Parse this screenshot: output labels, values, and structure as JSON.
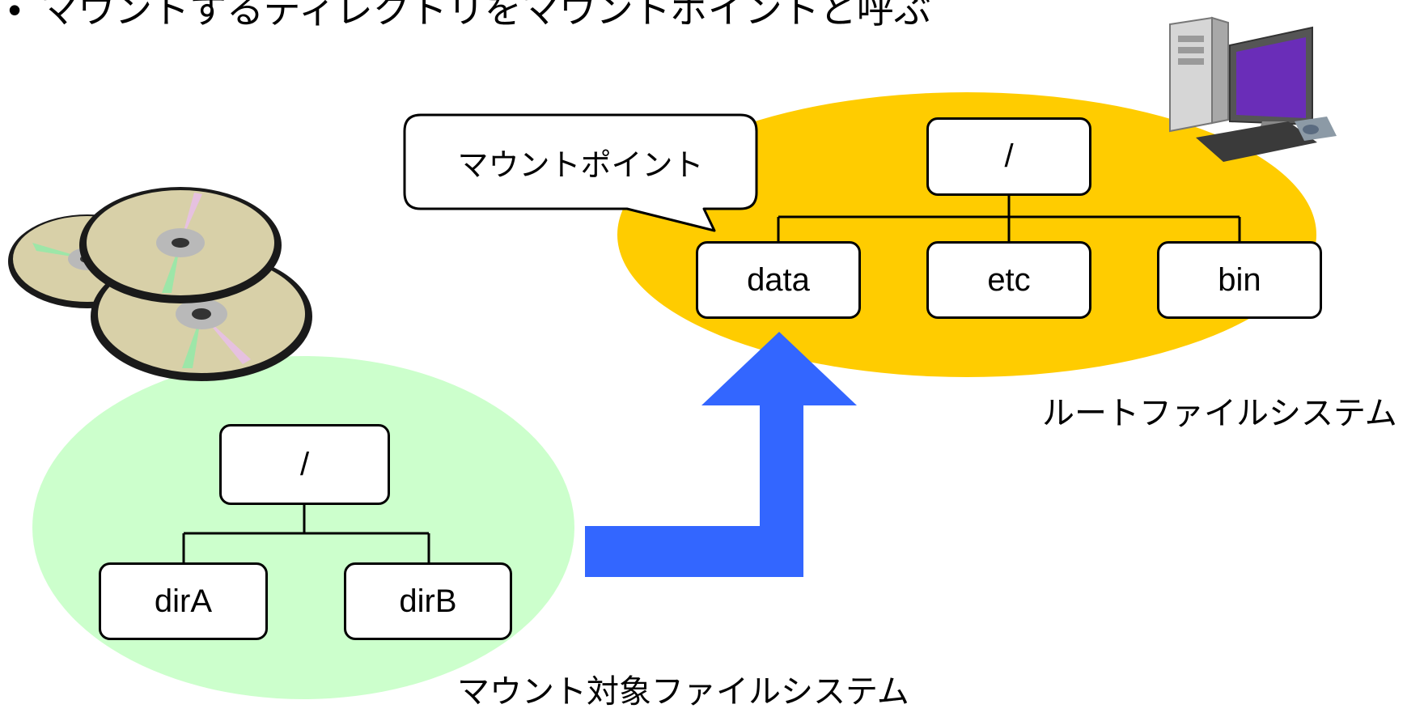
{
  "header": {
    "bullet": "•",
    "text": "マウントするディレクトリをマウントポイントと呼ぶ"
  },
  "root_fs": {
    "label": "ルートファイルシステム",
    "root": "/",
    "children": [
      "data",
      "etc",
      "bin"
    ],
    "fill_color": "#FFCC00"
  },
  "mount_fs": {
    "label": "マウント対象ファイルシステム",
    "root": "/",
    "children": [
      "dirA",
      "dirB"
    ],
    "fill_color": "#CCFFCC"
  },
  "callout": {
    "text": "マウントポイント"
  },
  "arrow": {
    "color": "#3366FF"
  },
  "icons": [
    "cd-discs-icon",
    "desktop-computer-icon"
  ]
}
